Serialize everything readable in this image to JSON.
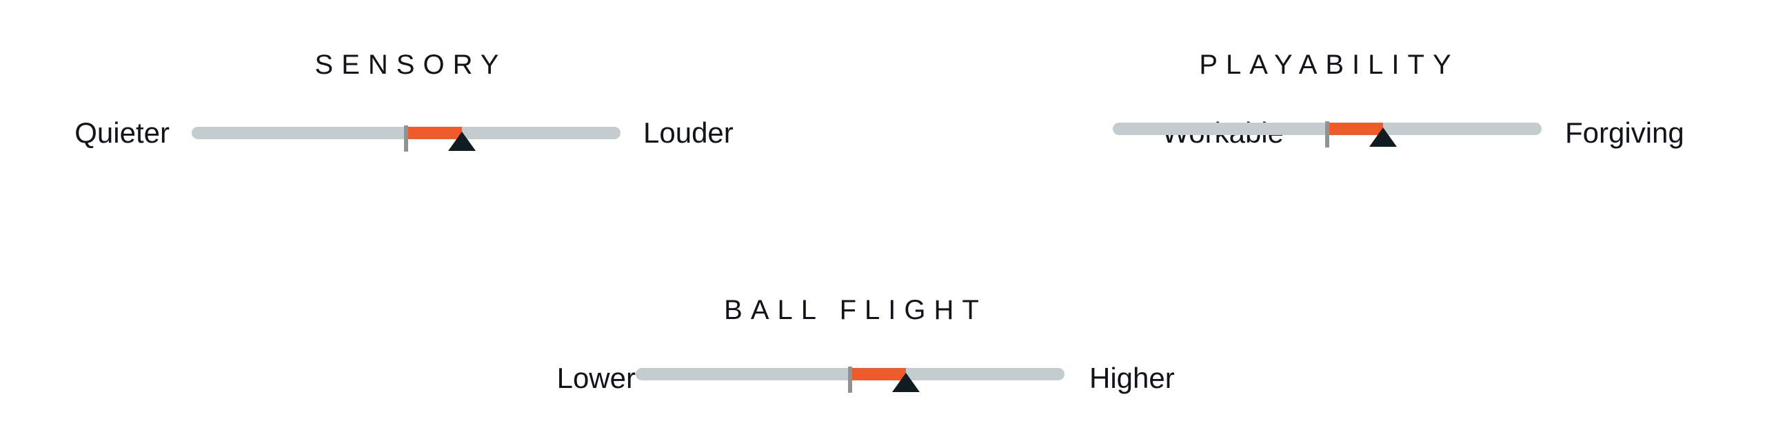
{
  "meters": [
    {
      "id": "sensory",
      "title": "SENSORY",
      "left_label": "Quieter",
      "right_label": "Louder",
      "baseline_fraction": 0.5,
      "value_fraction": 0.63
    },
    {
      "id": "playability",
      "title": "PLAYABILITY",
      "left_label": "Workable",
      "right_label": "Forgiving",
      "baseline_fraction": 0.5,
      "value_fraction": 0.63
    },
    {
      "id": "ball-flight",
      "title": "BALL FLIGHT",
      "left_label": "Lower",
      "right_label": "Higher",
      "baseline_fraction": 0.5,
      "value_fraction": 0.63
    }
  ],
  "colors": {
    "track": "#c5ccd0",
    "shift": "#ef5a2a",
    "pointer": "#111c22",
    "baseline": "#8f9396",
    "text": "#111418"
  }
}
